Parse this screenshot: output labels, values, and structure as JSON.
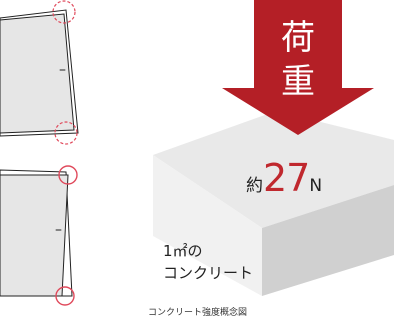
{
  "load_label": [
    "荷",
    "重"
  ],
  "force": {
    "prefix": "約",
    "value": "27",
    "unit": "N"
  },
  "volume_label": {
    "line1": "1㎡の",
    "line2": "コンクリート"
  },
  "caption": "コンクリート強度概念図",
  "panel_dash_mark": "–",
  "colors": {
    "arrow": "#b41f26",
    "force_value": "#c0282e",
    "circle_marker": "#e04a5c",
    "panel_fill": "#e6e6e6",
    "block_top": "#e9e9e9",
    "block_front": "#f1f1f1",
    "block_right": "#cfcfcf"
  }
}
